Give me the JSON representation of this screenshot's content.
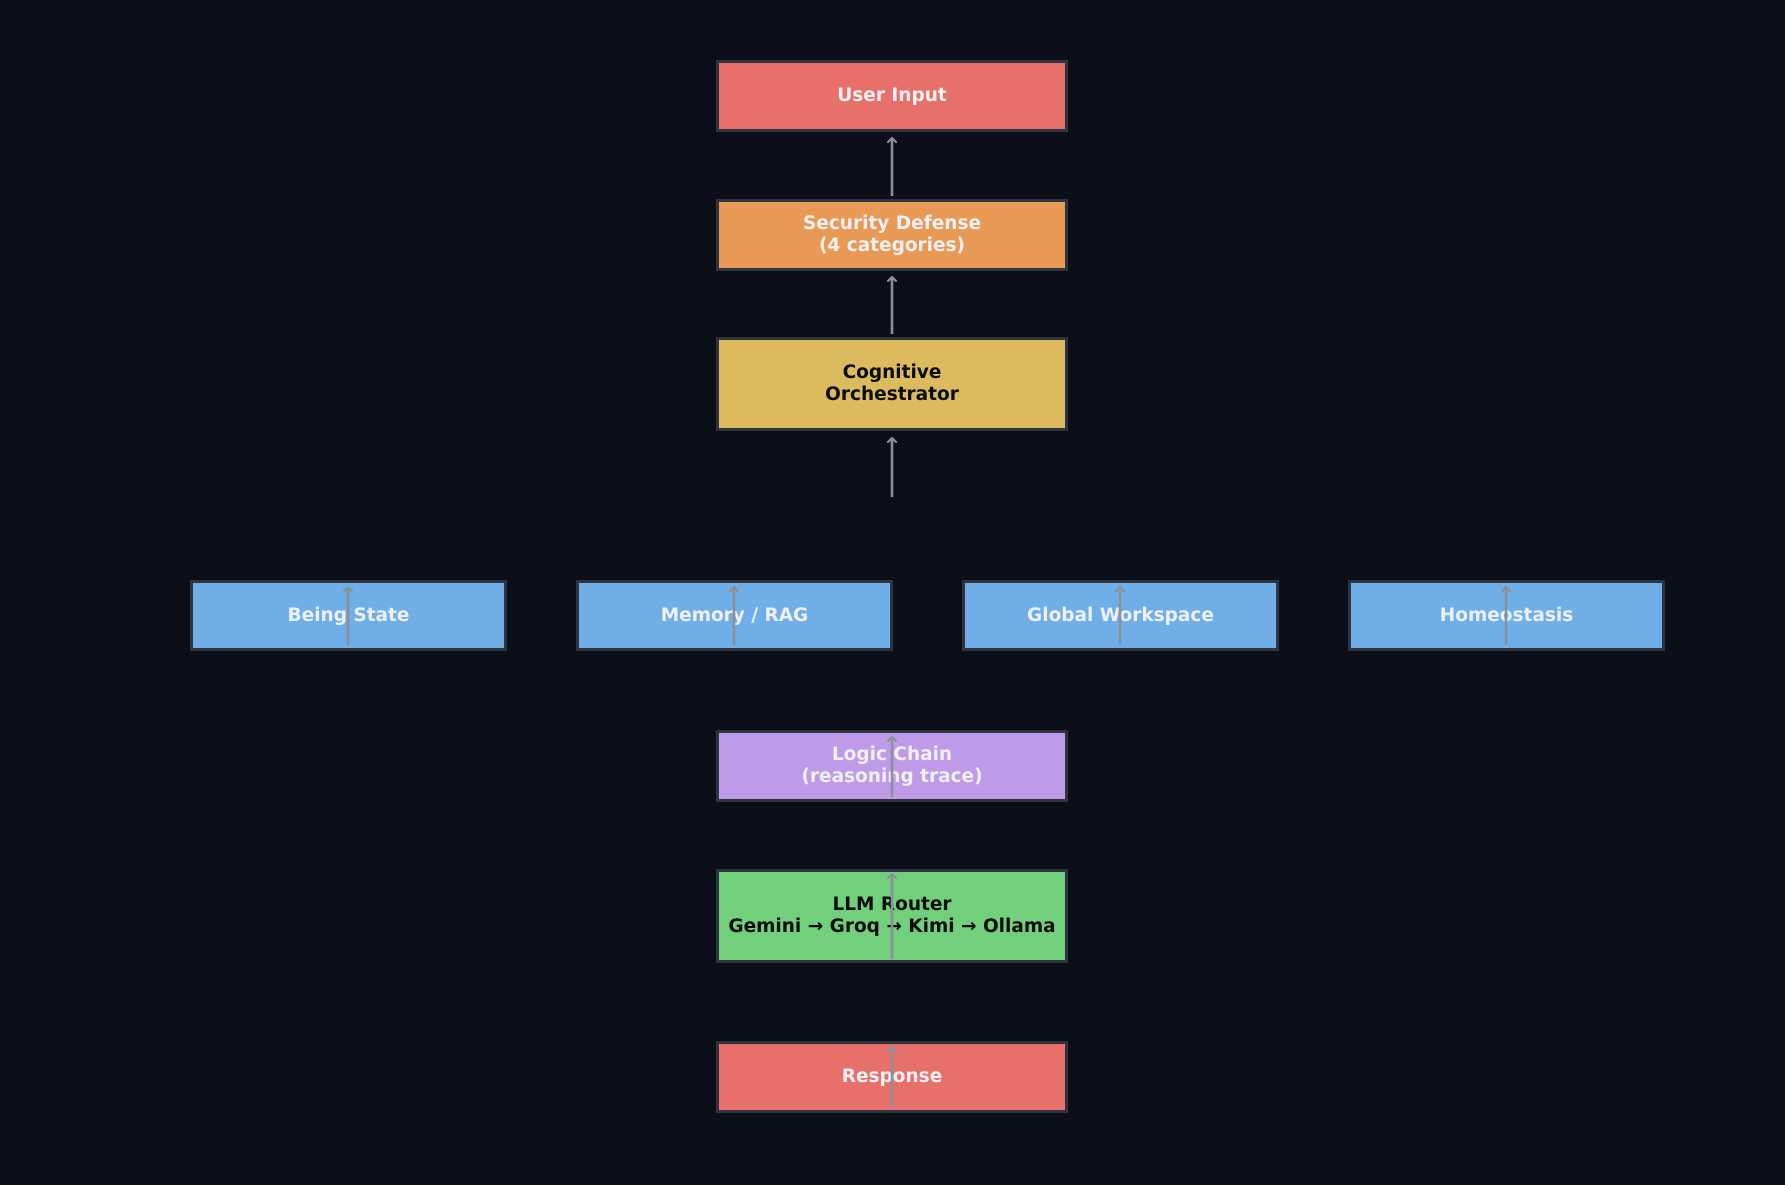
{
  "colors": {
    "background": "#0c0f17",
    "border": "#2f3540",
    "arrow": "#8a919c",
    "io": "#e8706a",
    "security": "#e89a55",
    "orchestrator": "#dbbb5e",
    "module": "#6faee6",
    "logic": "#bf9ae8",
    "router": "#72d07c"
  },
  "nodes": {
    "user_input": {
      "lines": [
        "User Input"
      ]
    },
    "security": {
      "lines": [
        "Security Defense",
        "(4 categories)"
      ]
    },
    "orchestrator": {
      "lines": [
        "Cognitive",
        "Orchestrator"
      ]
    },
    "being_state": {
      "lines": [
        "Being State"
      ]
    },
    "memory_rag": {
      "lines": [
        "Memory / RAG"
      ]
    },
    "global_workspace": {
      "lines": [
        "Global Workspace"
      ]
    },
    "homeostasis": {
      "lines": [
        "Homeostasis"
      ]
    },
    "logic_chain": {
      "lines": [
        "Logic Chain",
        "(reasoning trace)"
      ]
    },
    "llm_router": {
      "lines": [
        "LLM Router",
        "Gemini → Groq → Kimi → Ollama"
      ]
    },
    "response": {
      "lines": [
        "Response"
      ]
    }
  },
  "edges": [
    {
      "from": "security",
      "to": "user_input"
    },
    {
      "from": "orchestrator",
      "to": "security"
    },
    {
      "from": "module_layer",
      "to": "orchestrator"
    },
    {
      "from": "being_state",
      "to": "being_state_top"
    },
    {
      "from": "memory_rag",
      "to": "memory_rag_top"
    },
    {
      "from": "global_workspace",
      "to": "global_workspace_top"
    },
    {
      "from": "homeostasis",
      "to": "homeostasis_top"
    },
    {
      "from": "logic_chain",
      "to": "logic_chain_top"
    },
    {
      "from": "llm_router",
      "to": "llm_router_top"
    },
    {
      "from": "response",
      "to": "response_top"
    }
  ]
}
